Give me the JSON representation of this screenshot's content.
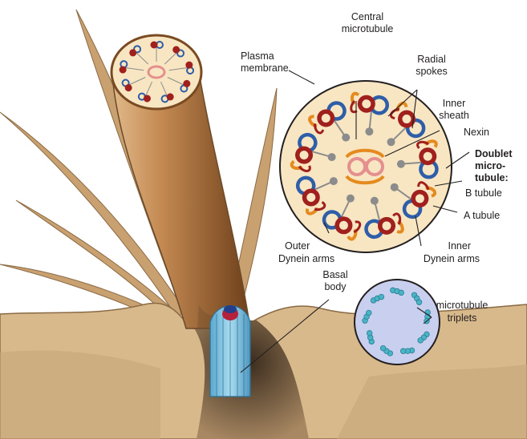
{
  "labels": {
    "plasma_membrane": [
      "Plasma",
      "membrane"
    ],
    "central_microtubule": [
      "Central",
      "microtubule"
    ],
    "radial_spokes": [
      "Radial",
      "spokes"
    ],
    "inner_sheath": [
      "Inner",
      "sheath"
    ],
    "nexin": "Nexin",
    "doublet_microtubule": [
      "Doublet",
      "micro-",
      "tubule:"
    ],
    "b_tubule": "B tubule",
    "a_tubule": "A tubule",
    "outer_dynein_arms": [
      "Outer",
      "Dynein arms"
    ],
    "inner_dynein_arms": [
      "Inner",
      "Dynein arms"
    ],
    "basal_body": [
      "Basal",
      "body"
    ],
    "microtubule_triplets": [
      "microtubule",
      "triplets"
    ]
  },
  "colors": {
    "background": "#ffffff",
    "tissue": "#d8b98c",
    "tissue_dark": "#b8925e",
    "tissue_outline": "#8a6a44",
    "cilium_light": "#c99a6a",
    "cilium_dark": "#7a4a22",
    "cross_section_fill": "#f8e6c2",
    "b_tubule_blue": "#2f5ea8",
    "a_tubule_red": "#a0201e",
    "dynein_orange": "#e58a1e",
    "spoke_gray": "#8c8c8c",
    "central_pink": "#e58f8f",
    "basal_body_blue": "#7ec4e0",
    "triplet_disc": "#c9cfee",
    "triplet_teal": "#4ab3c6",
    "label_text": "#231f20"
  },
  "icons": [
    "cilium-illustration",
    "axoneme-cross-section",
    "basal-body-cross-section"
  ]
}
